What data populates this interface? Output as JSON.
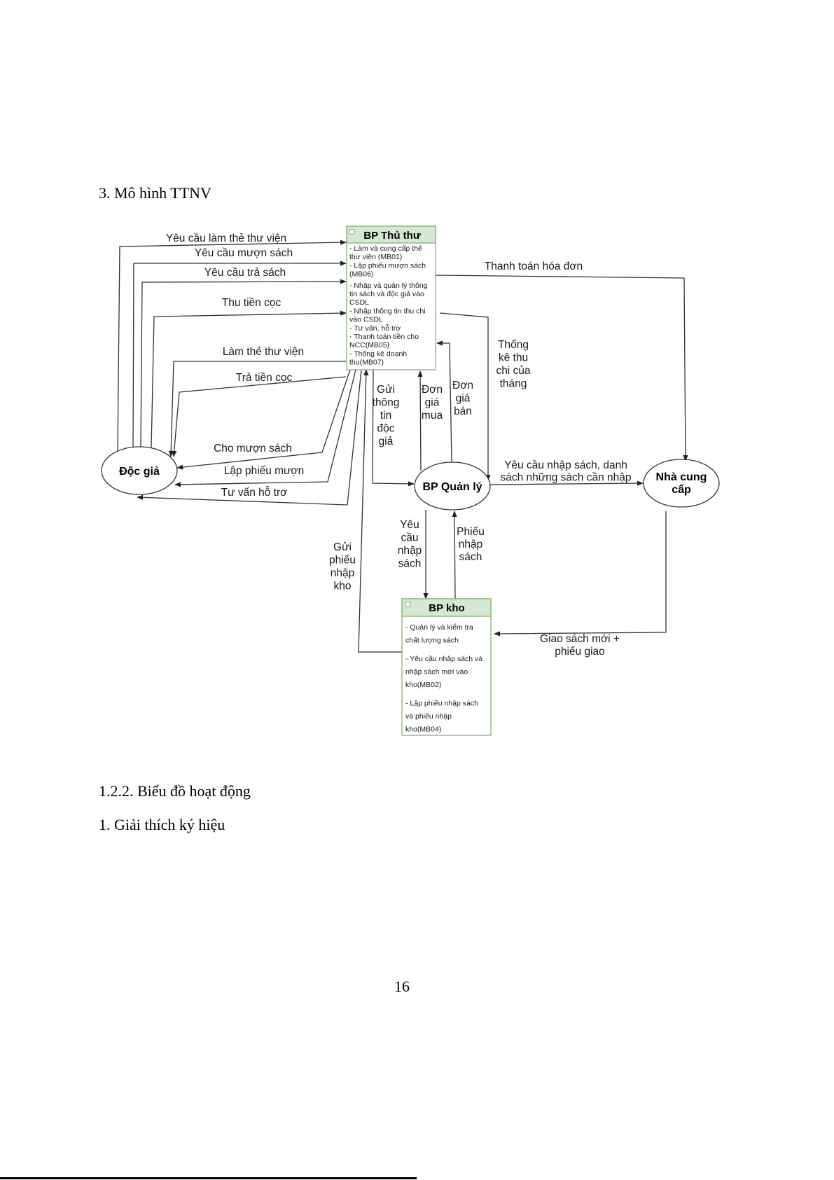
{
  "document": {
    "section_heading": "3. Mô hình TTNV",
    "subsection_heading": "1.2.2. Biểu đồ hoạt động",
    "item_heading": "1. Giải thích ký hiệu",
    "page_number": "16"
  },
  "diagram": {
    "colors": {
      "box_header_fill": "#d5e8d4",
      "box_border": "#82b366",
      "edge": "#333333"
    },
    "departments": [
      {
        "id": "thu_thu",
        "title": "BP Thủ thư",
        "items": [
          "- Làm và cung cấp thẻ",
          "thư viện (MB01)",
          "- Lập phiếu mượn sách",
          "(MB06)",
          "- Nhập và quản lý thông",
          "tin sách và độc giả vào",
          "CSDL",
          "-  Nhập thông tin thu chi",
          "vào CSDL",
          "- Tư vấn, hỗ trợ",
          "- Thanh toán tiền cho",
          "NCC(MB05)",
          "- Thống kê doanh",
          "thu(MB07)"
        ]
      },
      {
        "id": "kho",
        "title": "BP kho",
        "items": [
          "- Quản lý và kiểm tra",
          "chất lượng sách",
          "- Yêu cầu nhập sách và",
          "nhập sách mới vào",
          "kho(MB02)",
          "- Lập phiếu nhập sách",
          "và phiếu nhập",
          "kho(MB04)"
        ]
      }
    ],
    "actors": [
      {
        "id": "doc_gia",
        "label": "Độc giả"
      },
      {
        "id": "quan_ly",
        "label": "BP Quản lý"
      },
      {
        "id": "ncc",
        "label_lines": [
          "Nhà cung",
          "cấp"
        ]
      }
    ],
    "flows": {
      "yeu_cau_lam_the": "Yêu cầu làm thẻ thư viện",
      "yeu_cau_muon_sach": "Yêu cầu mượn sách",
      "yeu_cau_tra_sach": "Yêu cầu trả sách",
      "thu_tien_coc": "Thu tiền cọc",
      "lam_the": "Làm thẻ thư viện",
      "tra_tien_coc": "Trả tiền cọc",
      "cho_muon_sach": "Cho mượn sách",
      "lap_phieu_muon": "Lập phiếu mượn",
      "tu_van_ho_tro": "Tư vấn hỗ trơ",
      "thanh_toan_hoa_don": "Thanh toán hóa đơn",
      "thong_ke_thu_chi": [
        "Thống",
        "kê thu",
        "chi của",
        "tháng"
      ],
      "gui_thong_tin_doc_gia": [
        "Gửi",
        "thông",
        "tin",
        "độc",
        "giả"
      ],
      "don_gia_mua": [
        "Đơn",
        "giá",
        "mua"
      ],
      "don_gia_ban": [
        "Đơn",
        "giá",
        "bán"
      ],
      "yeu_cau_nhap_sach_ncc": [
        "Yêu cầu nhập sách, danh",
        "sách những sách cần nhập"
      ],
      "yeu_cau_nhap_sach_kho": [
        "Yêu",
        "cầu",
        "nhập",
        "sách"
      ],
      "phieu_nhap_sach": [
        "Phiếu",
        "nhập",
        "sách"
      ],
      "gui_phieu_nhap_kho": [
        "Gửi",
        "phiếu",
        "nhập",
        "kho"
      ],
      "giao_sach_moi": [
        "Giao sách mới +",
        "phiếu giao"
      ]
    }
  }
}
